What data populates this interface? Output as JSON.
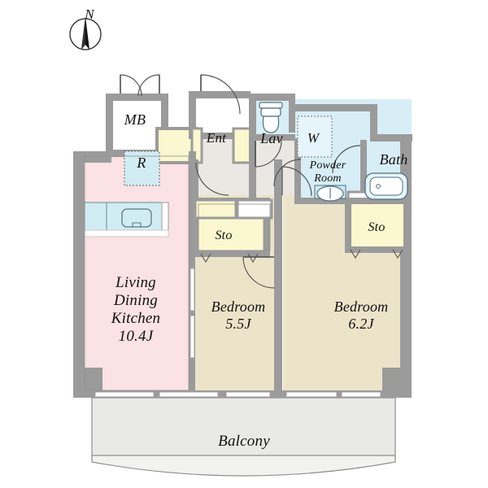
{
  "plan": {
    "compass": {
      "label": "N",
      "name": "north-arrow"
    },
    "rooms": [
      {
        "key": "ldk",
        "label": "Living\nDining\nKitchen\n10.4J",
        "name": "room-living-dining-kitchen",
        "color": "#fbe2e4"
      },
      {
        "key": "bedroom1",
        "label": "Bedroom\n5.5J",
        "name": "room-bedroom-1",
        "color": "#ece4c8"
      },
      {
        "key": "bedroom2",
        "label": "Bedroom\n6.2J",
        "name": "room-bedroom-2",
        "color": "#ece4c8"
      },
      {
        "key": "balcony",
        "label": "Balcony",
        "name": "area-balcony",
        "color": "#e9e9e7"
      },
      {
        "key": "mb",
        "label": "MB",
        "name": "area-meter-box",
        "color": "#ffffff"
      },
      {
        "key": "fridge",
        "label": "R",
        "name": "appliance-refrigerator",
        "color": "#d2ecf4"
      },
      {
        "key": "entrance",
        "label": "Ent",
        "name": "area-entrance",
        "color": "#ebe8e4"
      },
      {
        "key": "lavatory",
        "label": "Lav",
        "name": "room-lavatory",
        "color": "#d8eef7"
      },
      {
        "key": "washer",
        "label": "W",
        "name": "appliance-washing-machine",
        "color": "#d8eef7"
      },
      {
        "key": "bath",
        "label": "Bath",
        "name": "room-bath",
        "color": "#d8eef7"
      },
      {
        "key": "powder",
        "label": "Powder\nRoom",
        "name": "room-powder",
        "color": "#d8eef7"
      },
      {
        "key": "sto1",
        "label": "Sto",
        "name": "closet-storage-1",
        "color": "#fbf7cf"
      },
      {
        "key": "sto2",
        "label": "Sto",
        "name": "closet-storage-2",
        "color": "#fbf7cf"
      }
    ],
    "colors": {
      "wall": "#9b9b9b",
      "wall_light": "#b9b9b9",
      "ldk_fill": "#fbe2e4",
      "bedroom_fill": "#ece4c8",
      "water_fill": "#d8eef7",
      "storage_fill": "#fbf7cf",
      "balcony_fill": "#e9e9e7",
      "corridor_fill": "#ebe8e4",
      "line": "#555555",
      "text": "#111111"
    }
  }
}
